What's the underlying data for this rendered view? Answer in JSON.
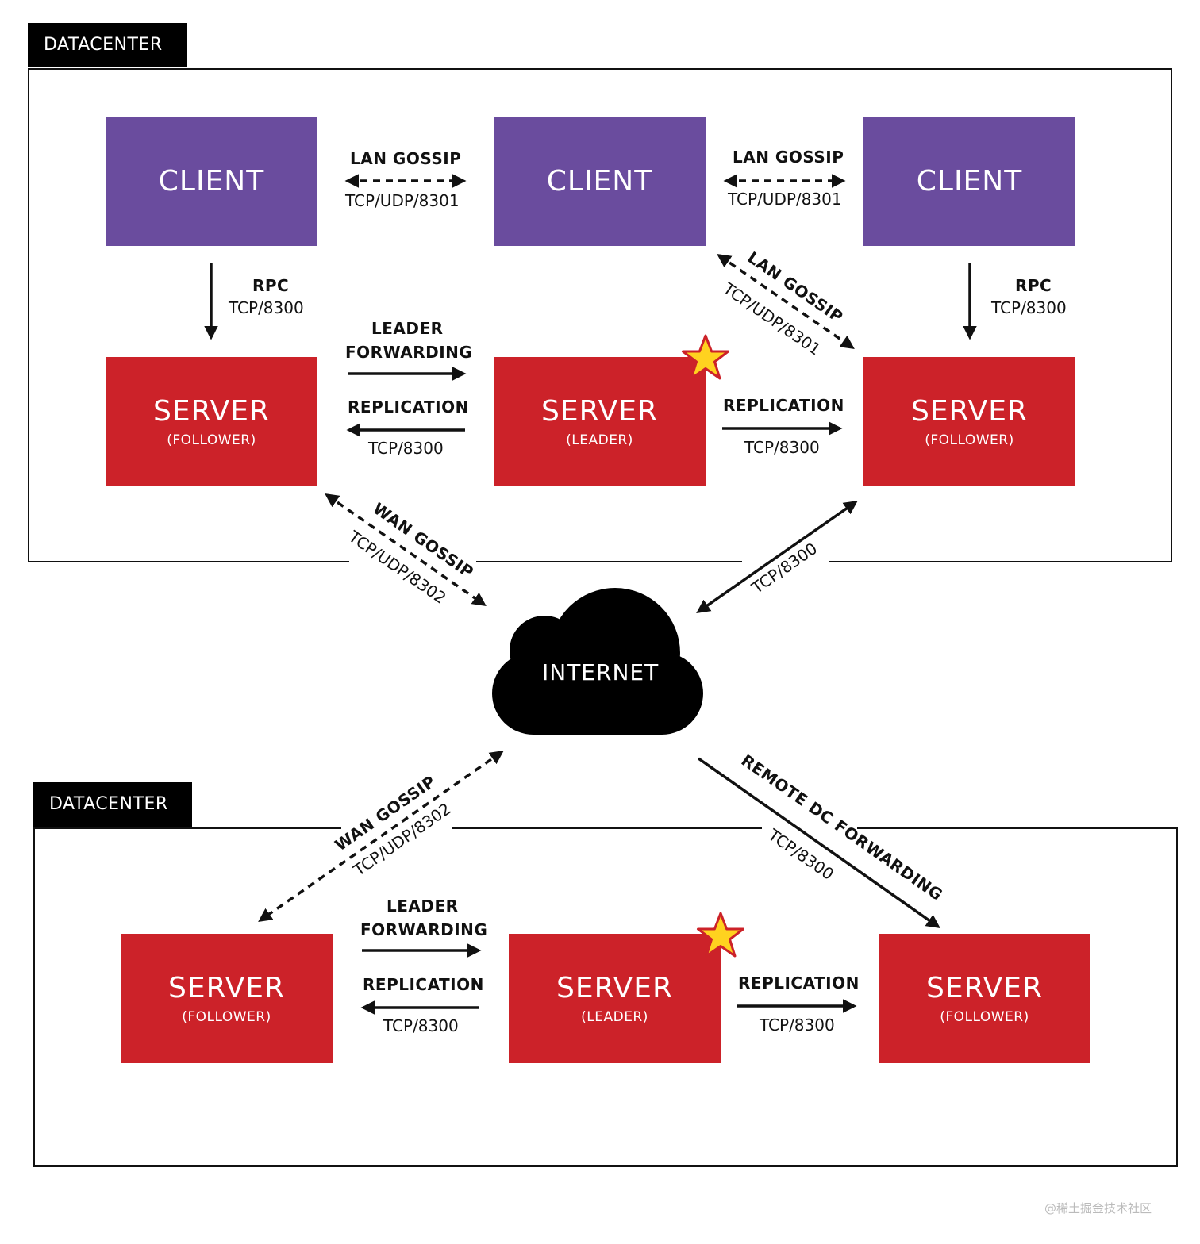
{
  "datacenter1": {
    "title": "DATACENTER 1"
  },
  "datacenter2": {
    "title": "DATACENTER 2"
  },
  "nodes": {
    "client": "CLIENT",
    "server": "SERVER",
    "follower": "(FOLLOWER)",
    "leader": "(LEADER)"
  },
  "links": {
    "lan_gossip": "LAN GOSSIP",
    "wan_gossip": "WAN GOSSIP",
    "tcp_udp_8301": "TCP/UDP/8301",
    "tcp_udp_8302": "TCP/UDP/8302",
    "rpc": "RPC",
    "tcp_8300": "TCP/8300",
    "leader_forwarding_1": "LEADER",
    "leader_forwarding_2": "FORWARDING",
    "replication": "REPLICATION",
    "remote_dc_forwarding": "REMOTE DC FORWARDING"
  },
  "internet": "INTERNET",
  "watermark": "@稀土掘金技术社区",
  "colors": {
    "client": "#6a4c9e",
    "server": "#cc2229",
    "star": "#ffd21f",
    "star_outline": "#cc2229"
  }
}
